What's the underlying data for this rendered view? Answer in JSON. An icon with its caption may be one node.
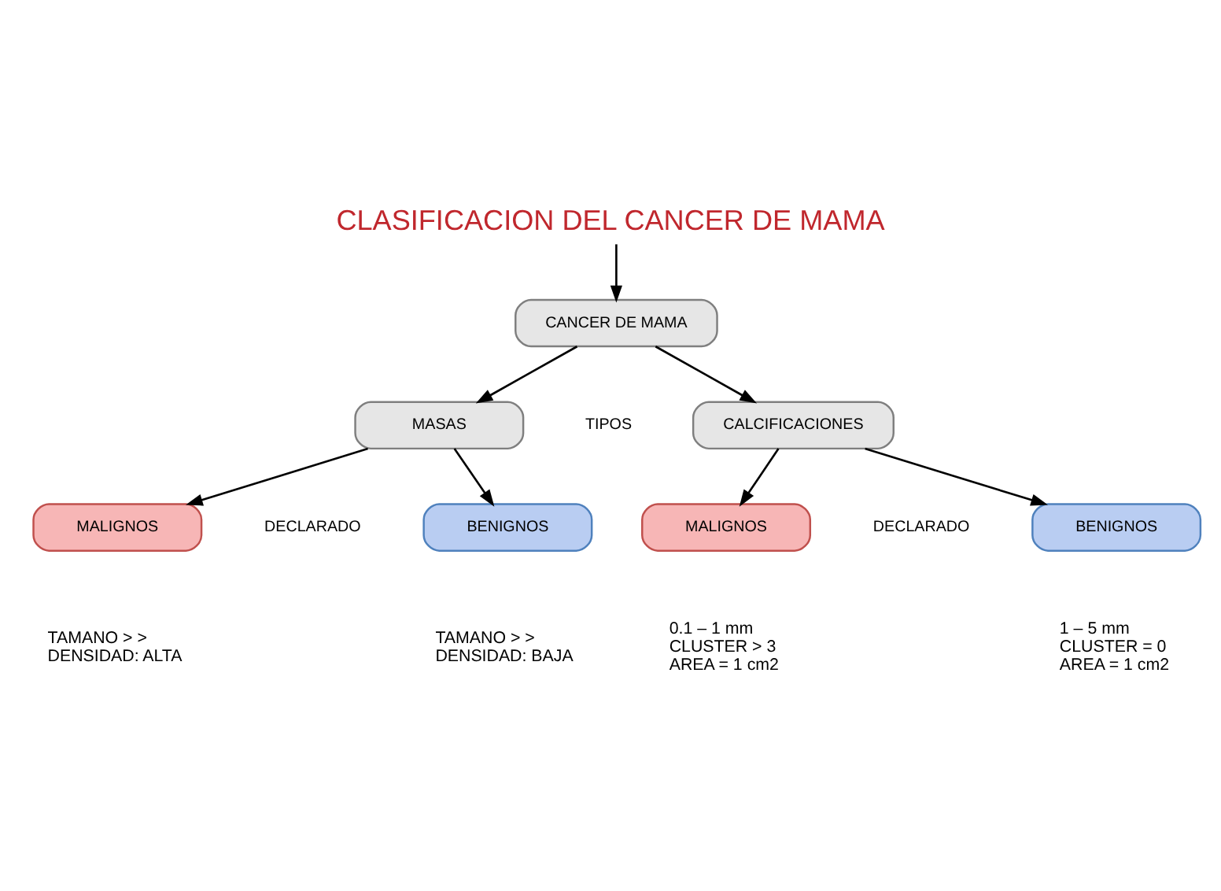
{
  "diagram": {
    "title": "CLASIFICACION DEL CANCER DE MAMA",
    "nodes": [
      {
        "text": [
          "CANCER DE MAMA"
        ]
      },
      {
        "text": [
          "MASAS"
        ]
      },
      {
        "text": [
          "CALCIFICACIONES"
        ]
      },
      {
        "text": [
          "MALIGNOS"
        ],
        "beside": [
          "TAMANO > >",
          "DENSIDAD: ALTA"
        ]
      },
      {
        "text": [
          "BENIGNOS"
        ],
        "beside": [
          "TAMANO > >",
          "DENSIDAD: BAJA"
        ]
      },
      {
        "text": [
          "MALIGNOS"
        ],
        "beside": [
          "0.1 – 1 mm",
          "CLUSTER > 3",
          "AREA = 1 cm2"
        ]
      },
      {
        "text": [
          "BENIGNOS"
        ],
        "beside": [
          "1 – 5 mm",
          "CLUSTER = 0",
          "AREA = 1 cm2"
        ]
      }
    ],
    "edges": [
      {
        "from": null,
        "to": 0,
        "arrow": "to"
      },
      {
        "from": 0,
        "to": 1,
        "arrow": "to"
      },
      {
        "from": 0,
        "to": 2,
        "arrow": "to"
      },
      {
        "from": 1,
        "to": 3,
        "arrow": "to"
      },
      {
        "from": 1,
        "to": 4,
        "arrow": "to"
      },
      {
        "from": 2,
        "to": 5,
        "arrow": "to"
      },
      {
        "from": 2,
        "to": 6,
        "arrow": "to"
      }
    ],
    "labels": [
      "TIPOS",
      "DECLARADO",
      "DECLARADO"
    ]
  }
}
